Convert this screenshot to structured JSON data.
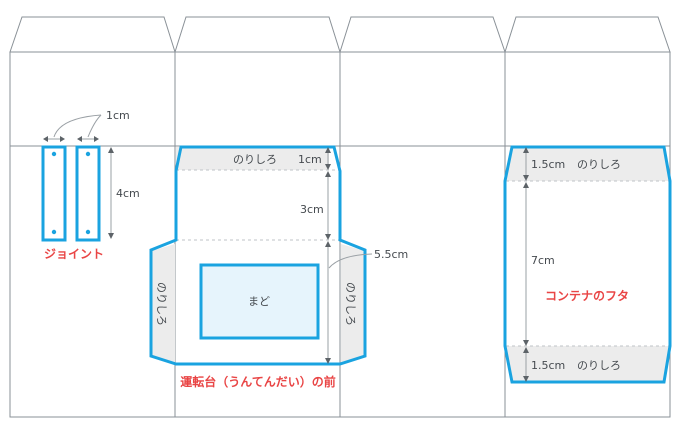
{
  "joint": {
    "width_label": "1cm",
    "height_label": "4cm",
    "title": "ジョイント"
  },
  "driver_front": {
    "glue_top_label": "のりしろ",
    "glue_top_size": "1cm",
    "middle_size": "3cm",
    "lower_size": "5.5cm",
    "window_label": "まど",
    "glue_left_label": "のりしろ",
    "glue_right_label": "のりしろ",
    "title": "運転台（うんてんだい）の前"
  },
  "container_lid": {
    "glue_top_size": "1.5cm",
    "glue_top_label": "のりしろ",
    "middle_size": "7cm",
    "glue_bottom_size": "1.5cm",
    "glue_bottom_label": "のりしろ",
    "title": "コンテナのフタ"
  },
  "colors": {
    "cut_line": "#1aa3e0",
    "box_line": "#8a9197",
    "glue_fill": "#ececec",
    "window_fill": "#e6f4fc",
    "title_red": "#e94545"
  }
}
